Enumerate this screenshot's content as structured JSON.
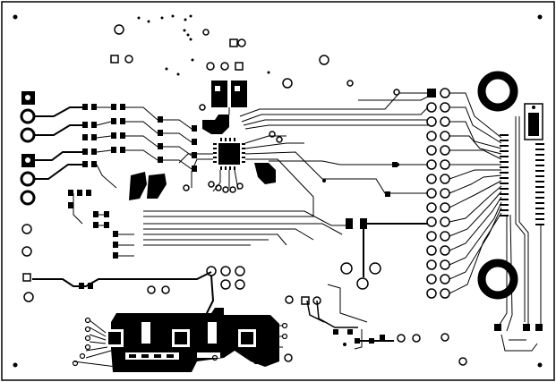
{
  "board": {
    "layer": "bottom copper",
    "copper_color": "#000000",
    "background_color": "#ffffff",
    "outline_color": "#000000"
  },
  "components": {
    "left_header_pads": 6,
    "dual_pin_header_pads": 15,
    "ic_packages": 4,
    "large_mounting_holes": 2,
    "small_corner_holes": 4,
    "edge_connector_fingers": 32
  }
}
